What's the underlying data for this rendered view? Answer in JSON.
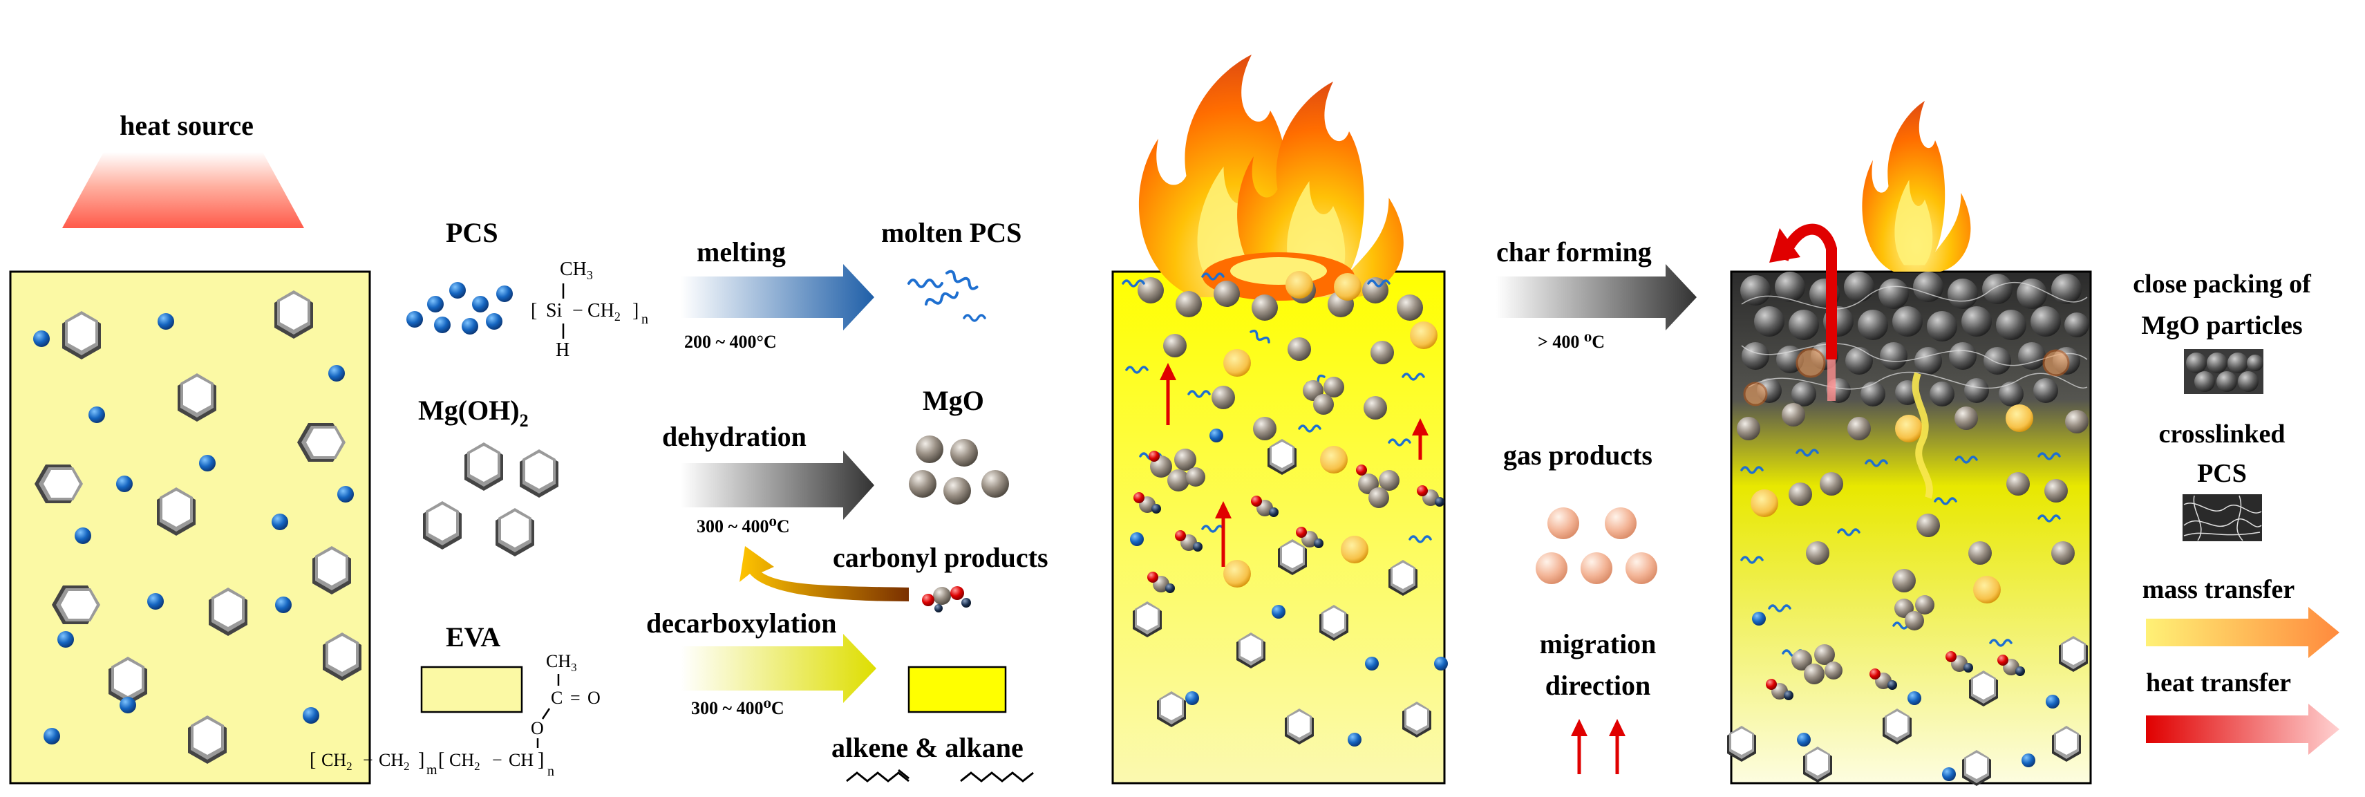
{
  "heat_source_label": "heat source",
  "pcs": {
    "label": "PCS",
    "formula": {
      "ch3": "CH",
      "ch3_sub": "3",
      "si": "Si",
      "dash": "−",
      "ch2": "CH",
      "ch2_sub": "2",
      "n": "n",
      "h": "H"
    }
  },
  "mgoh2": {
    "label": "Mg(OH)",
    "sub": "2"
  },
  "eva": {
    "label": "EVA",
    "formula": {
      "ch3": "CH",
      "ch3_sub": "3",
      "c": "C",
      "eq": "=",
      "o_double": "O",
      "o_single": "O",
      "ch2a": "CH",
      "ch2a_sub": "2",
      "dash": "−",
      "ch2b": "CH",
      "ch2b_sub": "2",
      "m": "m",
      "ch2c": "CH",
      "ch2c_sub": "2",
      "ch": "CH",
      "n": "n"
    }
  },
  "reactions": {
    "melting": {
      "label": "melting",
      "temp": "200 ~ 400°C",
      "product": "molten PCS"
    },
    "dehydration": {
      "label": "dehydration",
      "temp": "300 ~ 400⁰C",
      "product": "MgO",
      "side_product": "carbonyl products"
    },
    "decarboxylation": {
      "label": "decarboxylation",
      "temp": "300 ~ 400⁰C",
      "product": "alkene & alkane"
    }
  },
  "char_forming": {
    "label": "char forming",
    "temp": "> 400 ⁰C"
  },
  "gas_products_label": "gas products",
  "migration_direction_label": [
    "migration",
    "direction"
  ],
  "legend": {
    "close_packing": [
      "close packing of",
      "MgO particles"
    ],
    "crosslinked": [
      "crosslinked",
      "PCS"
    ],
    "mass_transfer": "mass transfer",
    "heat_transfer": "heat transfer"
  },
  "colors": {
    "eva_yellow": "#fbf9a4",
    "bright_yellow": "#ffff00",
    "pcs_blue": "#1565c0",
    "arrow_blue": "#1f5fa8",
    "arrow_gray": "#3a3a3a",
    "arrow_yellow": "#e8e800",
    "mgo_gray": "#8a8175",
    "char_gray": "#555555",
    "red": "#e00000",
    "flame_orange": "#f57c00",
    "gas_peach": "#f6b99a"
  }
}
